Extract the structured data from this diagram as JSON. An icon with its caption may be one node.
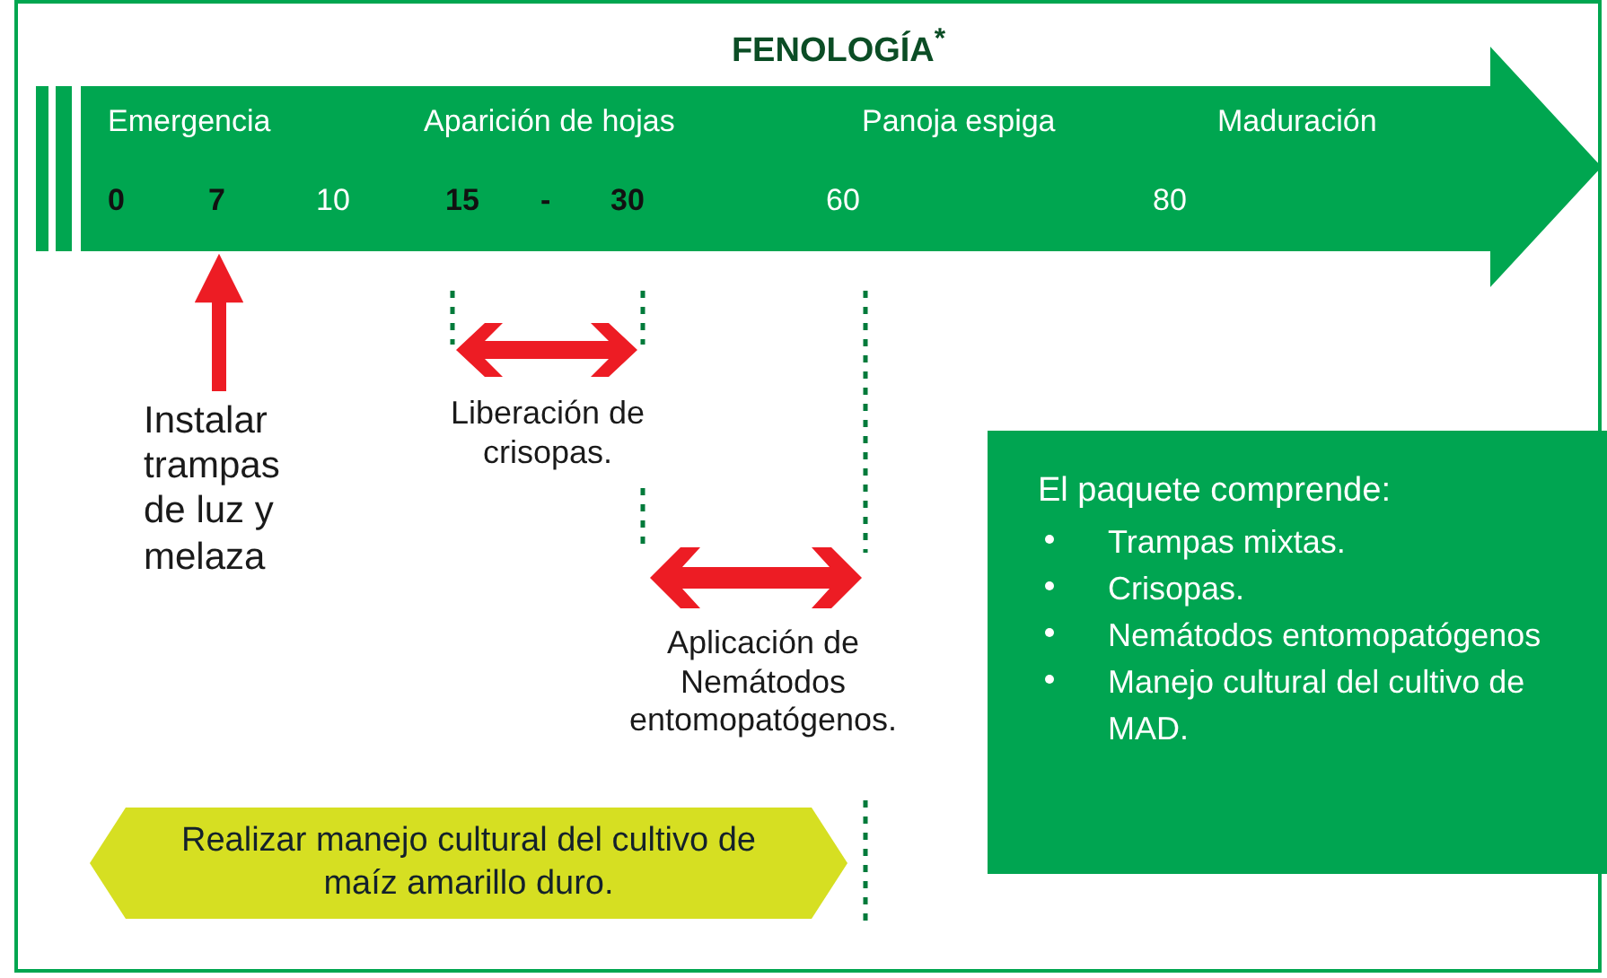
{
  "diagram": {
    "title": "FENOLOGÍA$^{*}$",
    "nodes": [
      {
        "text": [
          "Emergencia",
          "Aparición de hojas",
          "Panoja espiga",
          "Maduración",
          "0",
          "7",
          "10",
          "15",
          "-",
          "30",
          "60",
          "80"
        ]
      },
      {
        "text": [
          "Instalar trampas de luz y melaza"
        ]
      },
      {
        "text": [
          "Liberación de crisopas."
        ]
      },
      {
        "text": [
          "Aplicación de Nemátodos entomopatógenos."
        ]
      },
      {
        "text": [
          "Realizar manejo cultural del cultivo de maíz amarillo duro."
        ]
      },
      {
        "text": [
          "El paquete comprende:",
          "Trampas mixtas.",
          "Crisopas.",
          "Nemátodos entomopatógenos",
          "Manejo cultural del cultivo de MAD."
        ]
      }
    ],
    "edges": [
      {
        "from": 1,
        "to": 0,
        "arrow": "to",
        "color": "#ed1c24"
      }
    ]
  }
}
